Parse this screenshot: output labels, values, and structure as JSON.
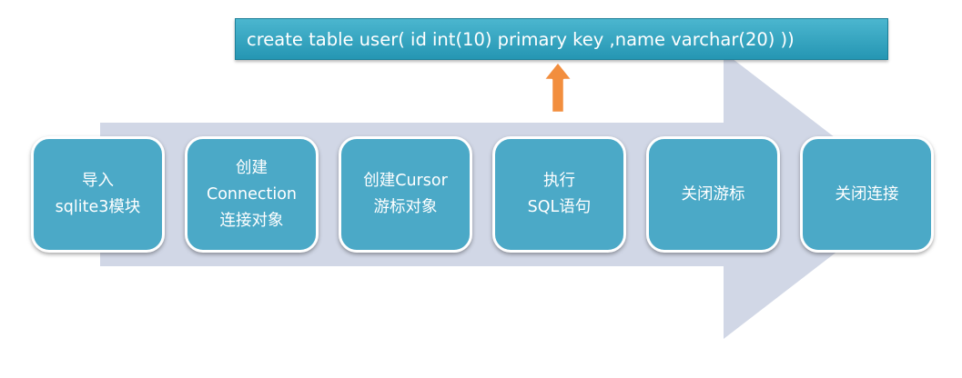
{
  "colors": {
    "arrow_band": "#d1d7e6",
    "box_fill": "#4ba9c7",
    "code_fill": "#2f9fbc",
    "up_arrow": "#f28e3e",
    "text": "#ffffff"
  },
  "code": {
    "statement": "create table user( id int(10) primary key ,name varchar(20) ))"
  },
  "steps": [
    {
      "lines": [
        "导入",
        "sqlite3模块"
      ]
    },
    {
      "lines": [
        "创建",
        "Connection",
        "连接对象"
      ]
    },
    {
      "lines": [
        "创建Cursor",
        "游标对象"
      ]
    },
    {
      "lines": [
        "执行",
        "SQL语句"
      ]
    },
    {
      "lines": [
        "关闭游标"
      ]
    },
    {
      "lines": [
        "关闭连接"
      ]
    }
  ]
}
